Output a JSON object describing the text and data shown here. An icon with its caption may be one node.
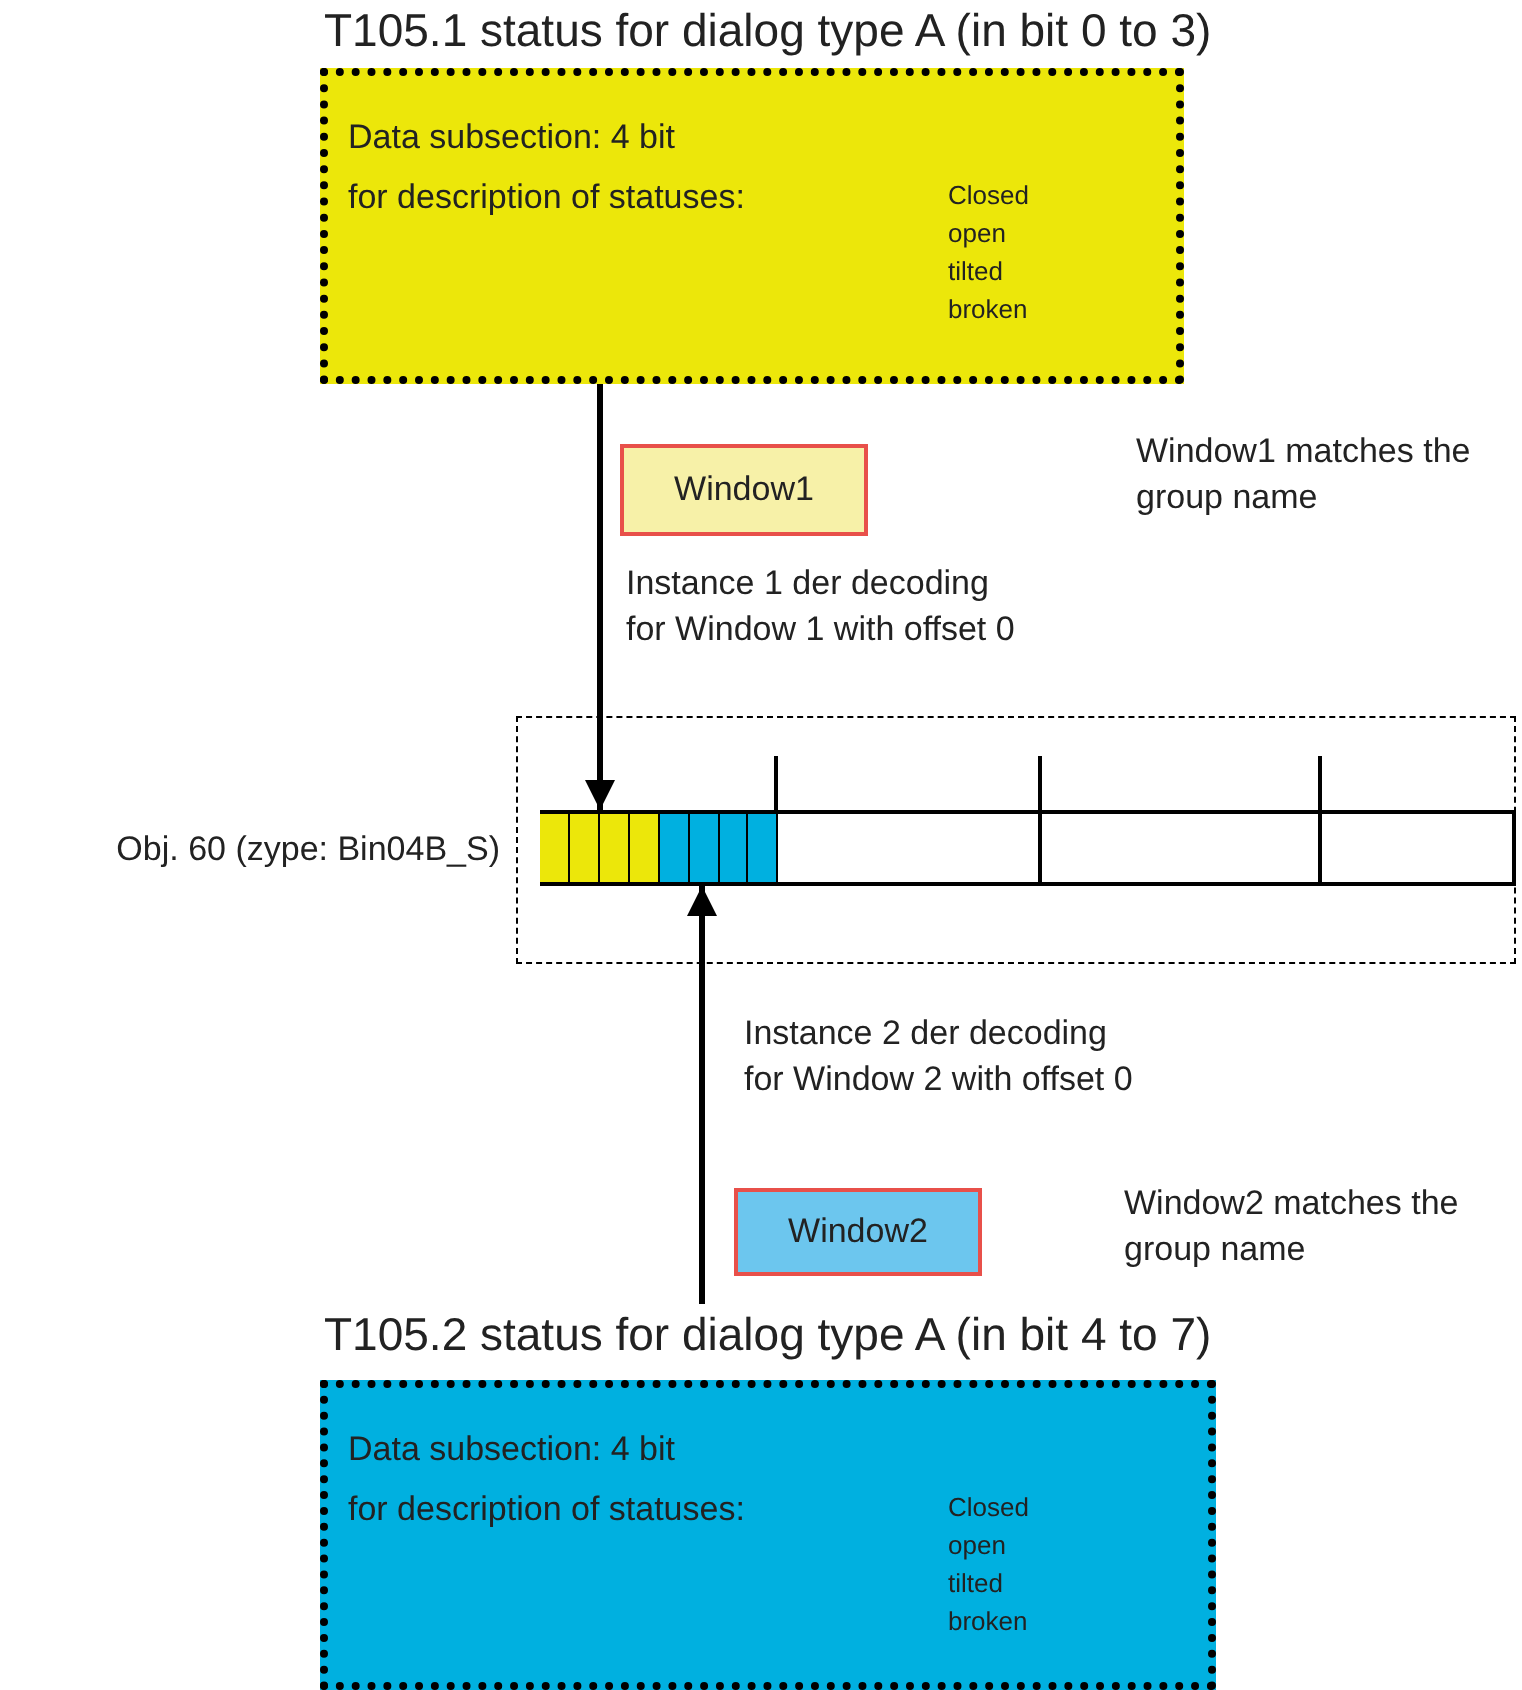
{
  "diagram": {
    "nodes": [
      {
        "text": [
          "T105.1 status for dialog type A (in bit 0 to 3)",
          "Data subsection: 4 bit",
          "for description of statuses:",
          "Closed open tilted broken"
        ]
      },
      {
        "text": [
          "Window1"
        ]
      },
      {
        "text": [],
        "shape": "box",
        "beside": [
          "Obj. 60 (zype: Bin04B_S)"
        ]
      },
      {
        "text": [],
        "shape": "bar",
        "in": 2
      },
      {
        "text": [],
        "shape": "bar",
        "in": 3
      },
      {
        "text": [],
        "shape": "bar",
        "in": 3
      },
      {
        "text": [
          "Window2"
        ]
      },
      {
        "text": [
          "T105.2 status for dialog type A (in bit 4 to 7)",
          "Data subsection: 4 bit",
          "for description of statuses:",
          "Closed open tilted broken"
        ]
      }
    ],
    "edges": [
      {
        "from": 0,
        "to": 4,
        "arrow": "to"
      },
      {
        "from": 7,
        "to": 5,
        "arrow": "to"
      }
    ],
    "labels": [
      "Window1 matches the group name",
      "Instance 1 der decoding for Window 1 with offset 0",
      "Instance 2 der decoding for Window 2 with offset 0",
      "Window2 matches the group name"
    ]
  }
}
